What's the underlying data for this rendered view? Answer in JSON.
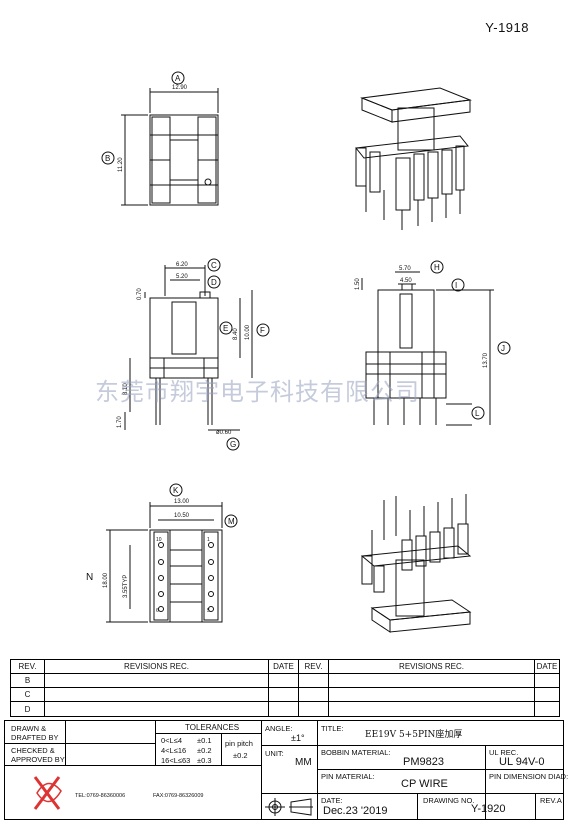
{
  "drawing_code": "Y-1918",
  "watermark": "东莞市翔宇电子科技有限公司",
  "top_view": {
    "callouts": [
      "A",
      "B"
    ],
    "dims": [
      "12.90",
      "11.20"
    ]
  },
  "front_view": {
    "callouts": [
      "C",
      "D",
      "E",
      "F",
      "G"
    ],
    "dims": [
      "6.20",
      "5.20",
      "0.70",
      "8.40",
      "10.00",
      "8.10",
      "1.70",
      "ø0.60"
    ]
  },
  "side_view": {
    "callouts": [
      "H",
      "I",
      "J",
      "L"
    ],
    "dims": [
      "5.70",
      "4.50",
      "1.50",
      "13.70"
    ]
  },
  "bottom_view": {
    "callouts": [
      "K",
      "M",
      "N"
    ],
    "dims": [
      "13.00",
      "10.50",
      "18.00",
      "3.55TYP"
    ],
    "pin_labels": [
      "10",
      "6",
      "1",
      "5"
    ]
  },
  "revisions": {
    "headers": [
      "REV.",
      "REVISIONS  REC.",
      "DATE",
      "REV.",
      "REVISIONS  REC.",
      "DATE"
    ],
    "rows": [
      "B",
      "C",
      "D"
    ]
  },
  "title_block": {
    "drawn_label": "DRAWN &",
    "drafted_label": "DRAFTED BY",
    "checked_label": "CHECKED &",
    "approved_label": "APPROVED BY",
    "tolerances_label": "TOLERANCES",
    "tol_rows": [
      {
        "range": "0<L≤4",
        "tol": "±0.1"
      },
      {
        "range": "4<L≤16",
        "tol": "±0.2"
      },
      {
        "range": "16<L≤63",
        "tol": "±0.3"
      }
    ],
    "pin_pitch_label": "pin pitch",
    "pin_pitch_value": "±0.2",
    "tel": "TEL:0769-86360006",
    "fax": "FAX:0769-86326009",
    "angle_label": "ANGLE:",
    "angle_value": "±1°",
    "unit_label": "UNIT:",
    "unit_value": "MM",
    "title_label": "TITLE:",
    "title_value": "EE19V 5+5PIN座加厚",
    "bobbin_label": "BOBBIN MATERIAL:",
    "bobbin_value": "PM9823",
    "ul_label": "UL REC.",
    "ul_value": "UL 94V-0",
    "pin_material_label": "PIN MATERIAL:",
    "pin_material_value": "CP WIRE",
    "pin_dim_label": "PIN DIMENSION DIAD:",
    "date_label": "DATE:",
    "date_value": "Dec.23 '2019",
    "drawing_no_label": "DRAWING NO.",
    "drawing_no_value": "Y-1920",
    "rev_label": "REV.A"
  }
}
